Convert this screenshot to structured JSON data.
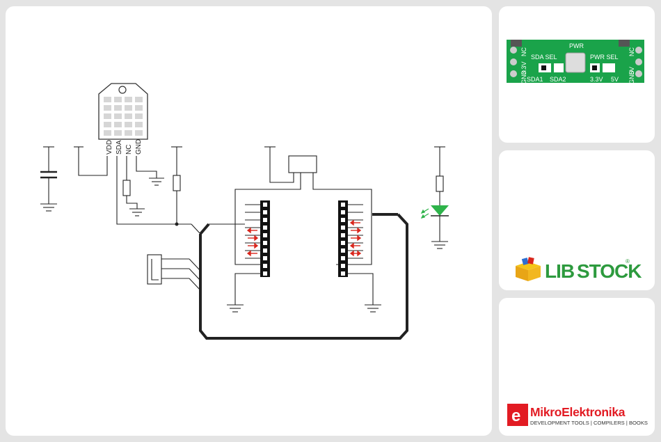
{
  "schematic": {
    "sensor_pins": [
      "VDD",
      "SDA",
      "NC",
      "GND"
    ]
  },
  "board_photo": {
    "labels": [
      "SDA SEL",
      "PWR",
      "PWR SEL",
      "SDA1",
      "SDA2",
      "3.3V",
      "5V",
      "3.3V",
      "NC",
      "5V",
      "NC",
      "GND",
      "GND"
    ]
  },
  "libstock": {
    "logo_text_lib": "LIB",
    "logo_text_stock": "STOCK",
    "trademark": "®"
  },
  "mikroelektronika": {
    "badge_letter": "e",
    "logo_text": "MikroElektronika",
    "tagline": "DEVELOPMENT TOOLS | COMPILERS | BOOKS"
  },
  "colors": {
    "pcb_green": "#1aa34a",
    "schematic_line": "#222222",
    "arrow_red": "#d9261c",
    "led_green": "#2eb34a",
    "libstock_green": "#2d9a3e",
    "mikro_red": "#e21b23"
  }
}
